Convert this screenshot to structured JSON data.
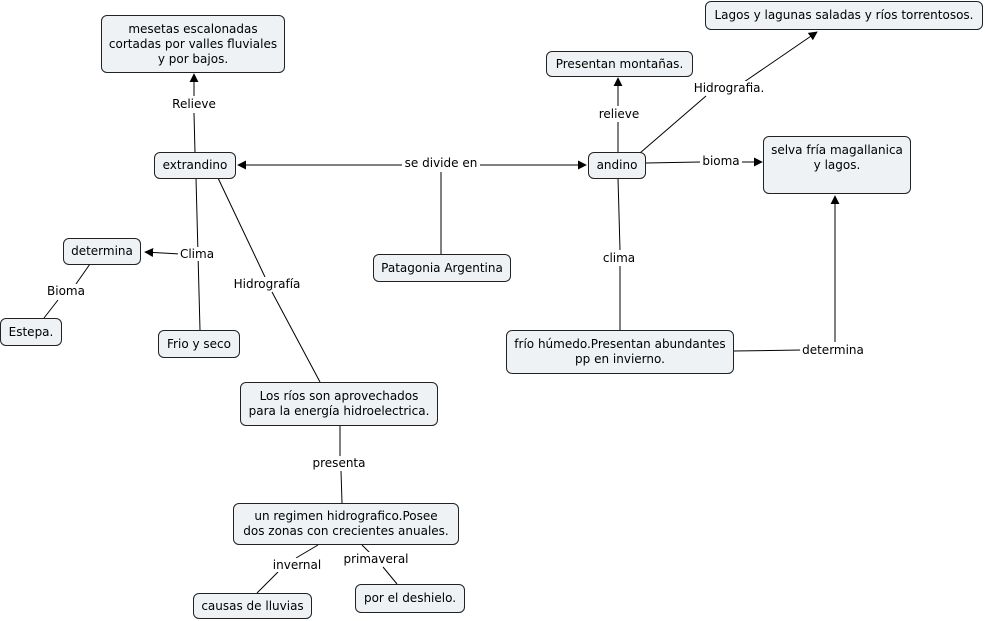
{
  "nodes": {
    "patagonia": "Patagonia Argentina",
    "extrandino": "extrandino",
    "andino": "andino",
    "mesetas": "mesetas escalonadas\ncortadas por valles fluviales\ny por bajos.",
    "determina_box": "determina",
    "estepa": "Estepa.",
    "frio_seco": "Frio y seco",
    "rios": "Los ríos son aprovechados\npara la energía hidroelectrica.",
    "regimen": "un regimen hidrografico.Posee\ndos zonas con crecientes anuales.",
    "lluvias": "causas de lluvias",
    "deshielo": "por el deshielo.",
    "montanas": "Presentan montañas.",
    "lagos": "Lagos y lagunas saladas y ríos torrentosos.",
    "selva": "selva fría magallanica\ny lagos.",
    "frio_humedo": "frío húmedo.Presentan abundantes\npp en invierno."
  },
  "links": {
    "se_divide_en": "se divide en",
    "relieve_ext": "Relieve",
    "clima_ext": "Clima",
    "bioma_ext": "Bioma",
    "hidrografia_ext": "Hidrografía",
    "presenta": "presenta",
    "invernal": "invernal",
    "primaveral": "primaveral",
    "relieve_and": "relieve",
    "hidrografia_and": "Hidrografia.",
    "bioma_and": "bioma",
    "clima_and": "clima",
    "determina_and": "determina"
  }
}
